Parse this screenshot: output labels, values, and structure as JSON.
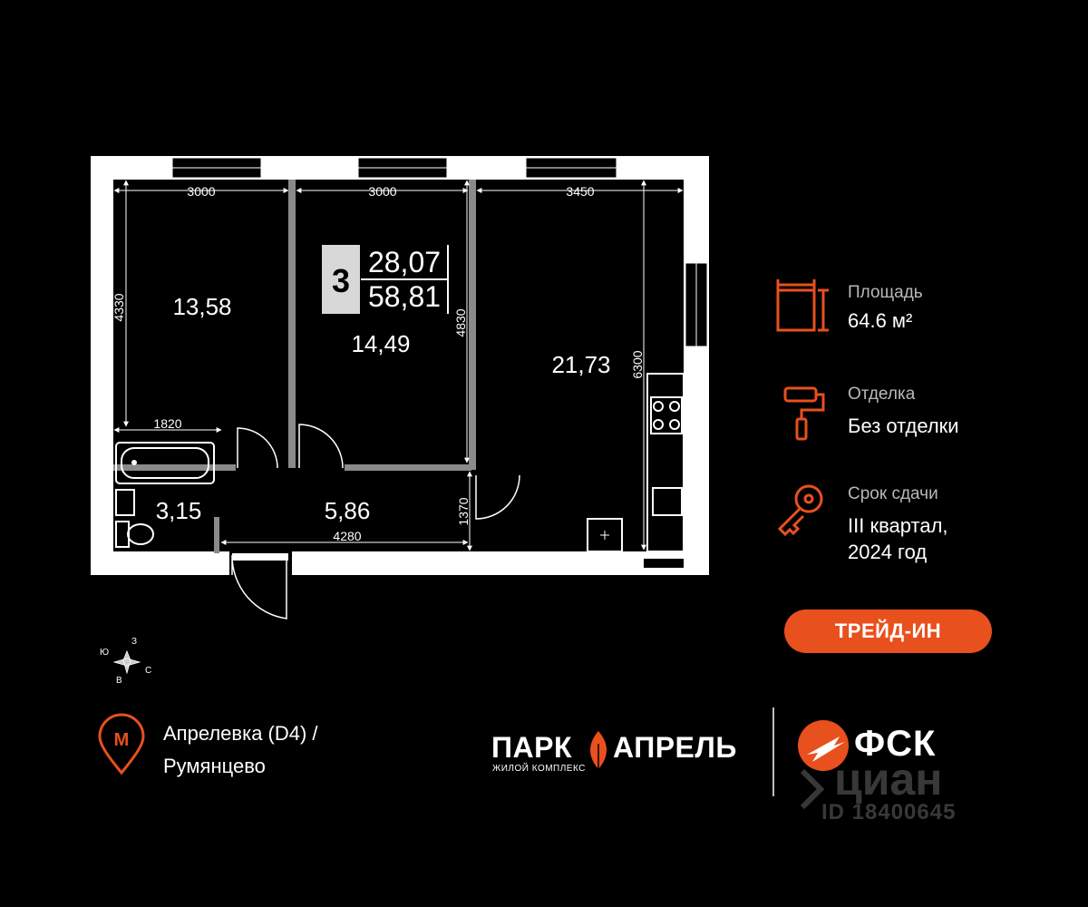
{
  "plan": {
    "rooms": {
      "bedroom_left_area": "13,58",
      "bedroom_mid_area": "14,49",
      "living_kitchen_area": "21,73",
      "bathroom_area": "3,15",
      "hall_area": "5,86"
    },
    "dimensions": {
      "top_left": "3000",
      "top_mid": "3000",
      "top_right": "3450",
      "left_height": "4330",
      "mid_height": "4830",
      "right_height": "6300",
      "bath_width": "1820",
      "hall_width": "4280",
      "hall_height": "1370"
    },
    "flat_badge": {
      "rooms": "3",
      "living_area": "28,07",
      "total_area": "58,81"
    },
    "compass": {
      "n": "З",
      "s": "В",
      "e": "С",
      "w": "Ю"
    }
  },
  "info": {
    "area_label": "Площадь",
    "area_value": "64.6 м²",
    "finish_label": "Отделка",
    "finish_value": "Без отделки",
    "deadline_label": "Срок сдачи",
    "deadline_line1": "III квартал,",
    "deadline_line2": "2024 год"
  },
  "trade_in_label": "ТРЕЙД-ИН",
  "metro": {
    "icon_letter": "М",
    "line1": "Апрелевка (D4)  /",
    "line2": "Румянцево"
  },
  "brand": {
    "park_left": "ПАРК",
    "park_right": "АПРЕЛЬ",
    "park_sub": "ЖИЛОЙ КОМПЛЕКС",
    "fsk": "ФСК"
  },
  "watermark": {
    "text": "циан",
    "id": "ID 18400645"
  },
  "colors": {
    "accent": "#e8501e",
    "background": "#000000",
    "wall": "#ffffff",
    "partition": "#8a8a8a"
  }
}
